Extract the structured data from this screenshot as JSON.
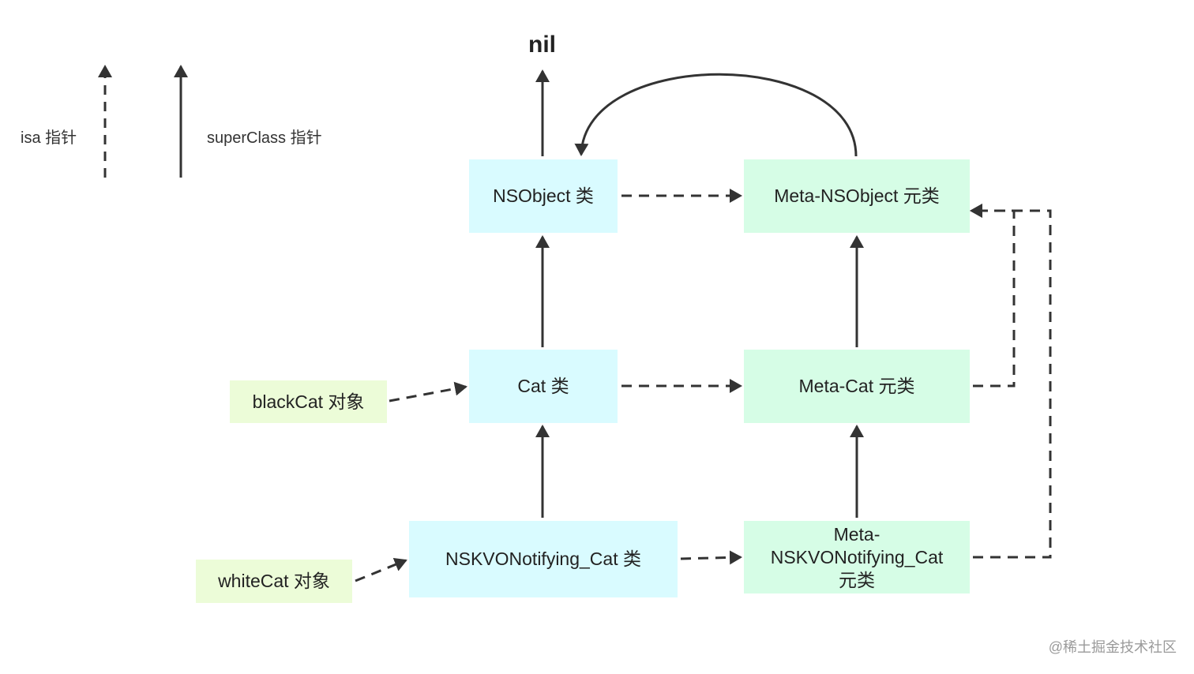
{
  "legend": {
    "isa_label": "isa 指针",
    "superclass_label": "superClass 指针"
  },
  "root_label": "nil",
  "nodes": {
    "nsobject_class": "NSObject 类",
    "meta_nsobject": "Meta-NSObject 元类",
    "cat_class": "Cat 类",
    "meta_cat": "Meta-Cat 元类",
    "blackcat_object": "blackCat 对象",
    "kvo_class": "NSKVONotifying_Cat 类",
    "meta_kvo_lines": [
      "Meta-",
      "NSKVONotifying_Cat",
      "元类"
    ],
    "whitecat_object": "whiteCat 对象"
  },
  "watermark": "@稀土掘金技术社区",
  "colors": {
    "class_fill": "#d9fbff",
    "meta_fill": "#d6fde6",
    "object_fill": "#ecfcd8",
    "arrow": "#333333"
  }
}
